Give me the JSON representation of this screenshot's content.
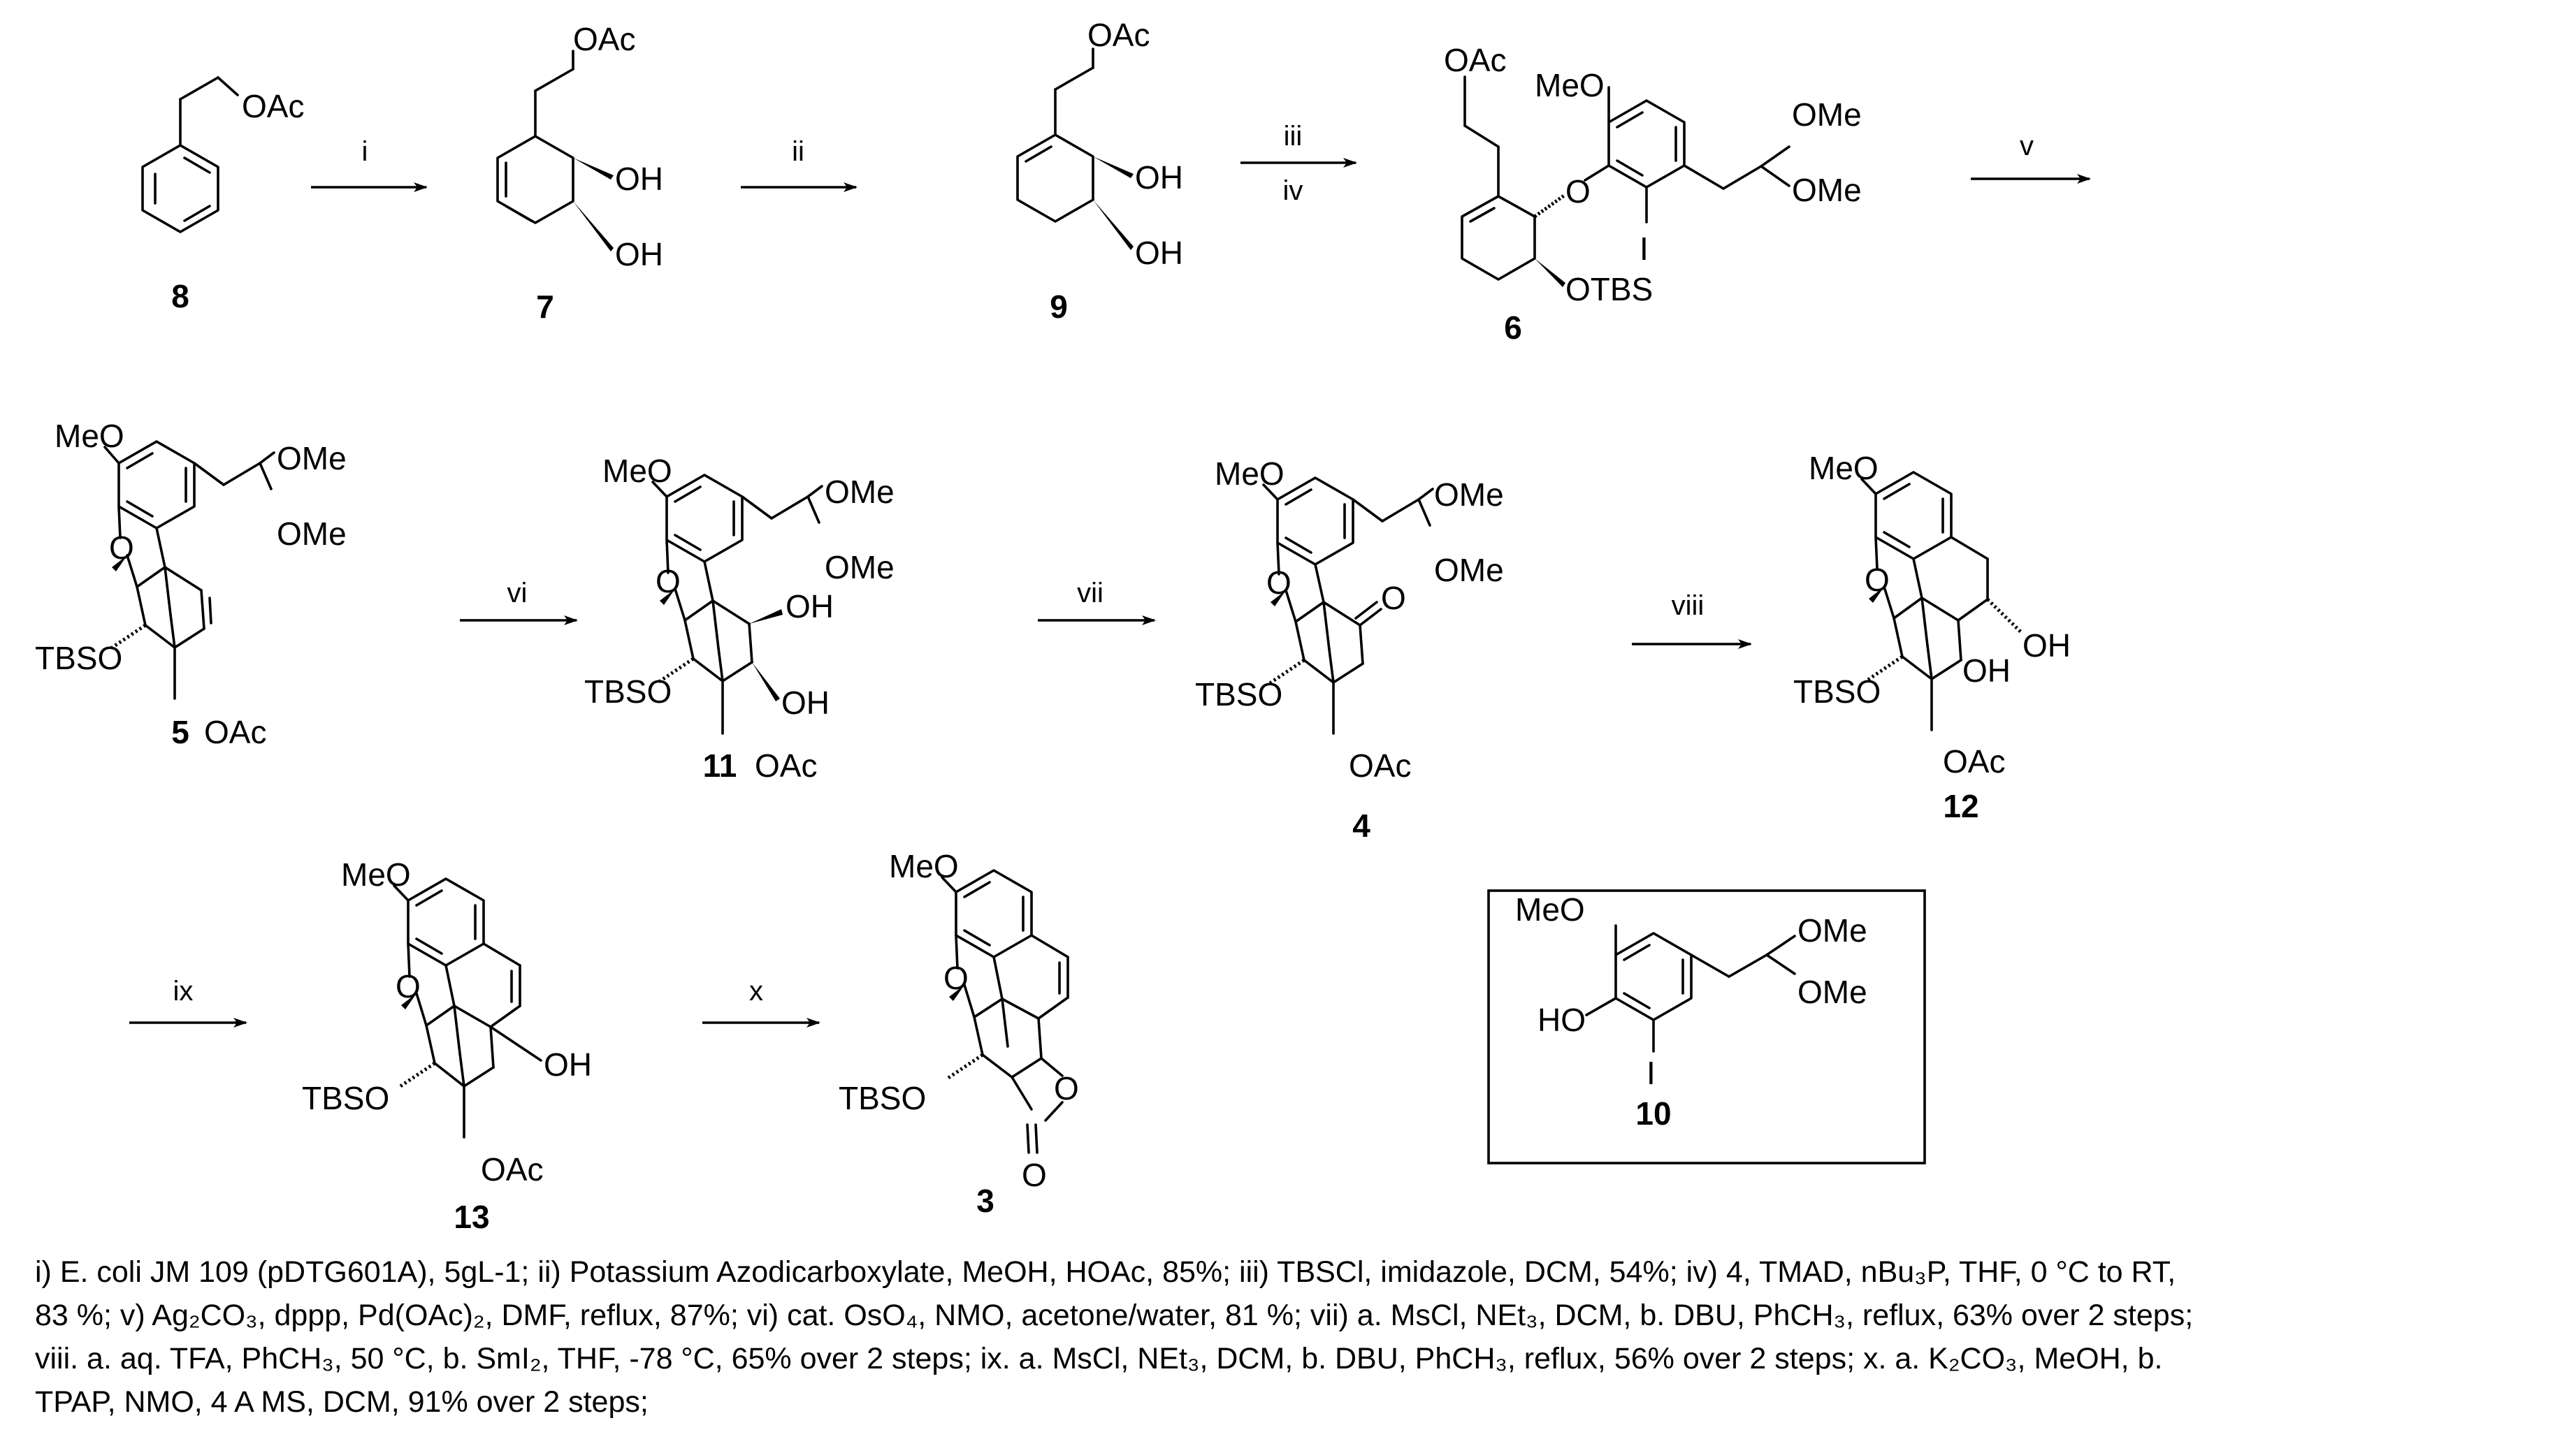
{
  "compounds": {
    "c8": {
      "number": "8",
      "labels": {
        "oac": "OAc"
      }
    },
    "c7": {
      "number": "7",
      "labels": {
        "oac": "OAc",
        "oh1": "OH",
        "oh2": "OH"
      }
    },
    "c9": {
      "number": "9",
      "labels": {
        "oac": "OAc",
        "oh1": "OH",
        "oh2": "OH"
      }
    },
    "c6": {
      "number": "6",
      "labels": {
        "oac": "OAc",
        "meo": "MeO",
        "o": "O",
        "i": "I",
        "ome1": "OMe",
        "ome2": "OMe",
        "otbs": "OTBS"
      }
    },
    "c5": {
      "number": "5",
      "labels": {
        "meo": "MeO",
        "o": "O",
        "ome1": "OMe",
        "ome2": "OMe",
        "tbso": "TBSO",
        "oac": "OAc"
      }
    },
    "c11": {
      "number": "11",
      "labels": {
        "meo": "MeO",
        "o": "O",
        "ome1": "OMe",
        "ome2": "OMe",
        "oh1": "OH",
        "oh2": "OH",
        "tbso": "TBSO",
        "oac": "OAc"
      }
    },
    "c4": {
      "number": "4",
      "labels": {
        "meo": "MeO",
        "o": "O",
        "ome1": "OMe",
        "ome2": "OMe",
        "ketone": "O",
        "tbso": "TBSO",
        "oac": "OAc"
      }
    },
    "c12": {
      "number": "12",
      "labels": {
        "meo": "MeO",
        "o": "O",
        "oh1": "OH",
        "oh2": "OH",
        "tbso": "TBSO",
        "oac": "OAc"
      }
    },
    "c13": {
      "number": "13",
      "labels": {
        "meo": "MeO",
        "o": "O",
        "oh": "OH",
        "tbso": "TBSO",
        "oac": "OAc"
      }
    },
    "c3": {
      "number": "3",
      "labels": {
        "meo": "MeO",
        "o1": "O",
        "o2": "O",
        "o3": "O",
        "tbso": "TBSO"
      }
    },
    "c10": {
      "number": "10",
      "labels": {
        "meo": "MeO",
        "ho": "HO",
        "i": "I",
        "ome1": "OMe",
        "ome2": "OMe"
      }
    }
  },
  "steps": [
    {
      "id": "i",
      "labels": [
        "i"
      ]
    },
    {
      "id": "ii",
      "labels": [
        "ii"
      ]
    },
    {
      "id": "iii-iv",
      "labels": [
        "iii",
        "iv"
      ]
    },
    {
      "id": "v",
      "labels": [
        "v"
      ]
    },
    {
      "id": "vi",
      "labels": [
        "vi"
      ]
    },
    {
      "id": "vii",
      "labels": [
        "vii"
      ]
    },
    {
      "id": "viii",
      "labels": [
        "viii"
      ]
    },
    {
      "id": "ix",
      "labels": [
        "ix"
      ]
    },
    {
      "id": "x",
      "labels": [
        "x"
      ]
    }
  ],
  "conditions": [
    "i) E. coli JM 109 (pDTG601A), 5gL-1; ii) Potassium Azodicarboxylate, MeOH, HOAc, 85%; iii) TBSCl, imidazole, DCM, 54%; iv) 4, TMAD, nBu₃P, THF, 0 °C to RT,",
    "83 %; v) Ag₂CO₃, dppp, Pd(OAc)₂, DMF, reflux, 87%; vi) cat. OsO₄, NMO, acetone/water, 81 %; vii) a. MsCl, NEt₃, DCM, b. DBU, PhCH₃, reflux, 63% over 2 steps;",
    "viii. a. aq. TFA, PhCH₃, 50 °C, b. SmI₂, THF, -78 °C, 65% over 2 steps; ix. a. MsCl, NEt₃, DCM, b. DBU, PhCH₃, reflux, 56% over 2 steps; x. a. K₂CO₃, MeOH, b.",
    "TPAP, NMO, 4 A MS, DCM, 91% over 2 steps;"
  ]
}
